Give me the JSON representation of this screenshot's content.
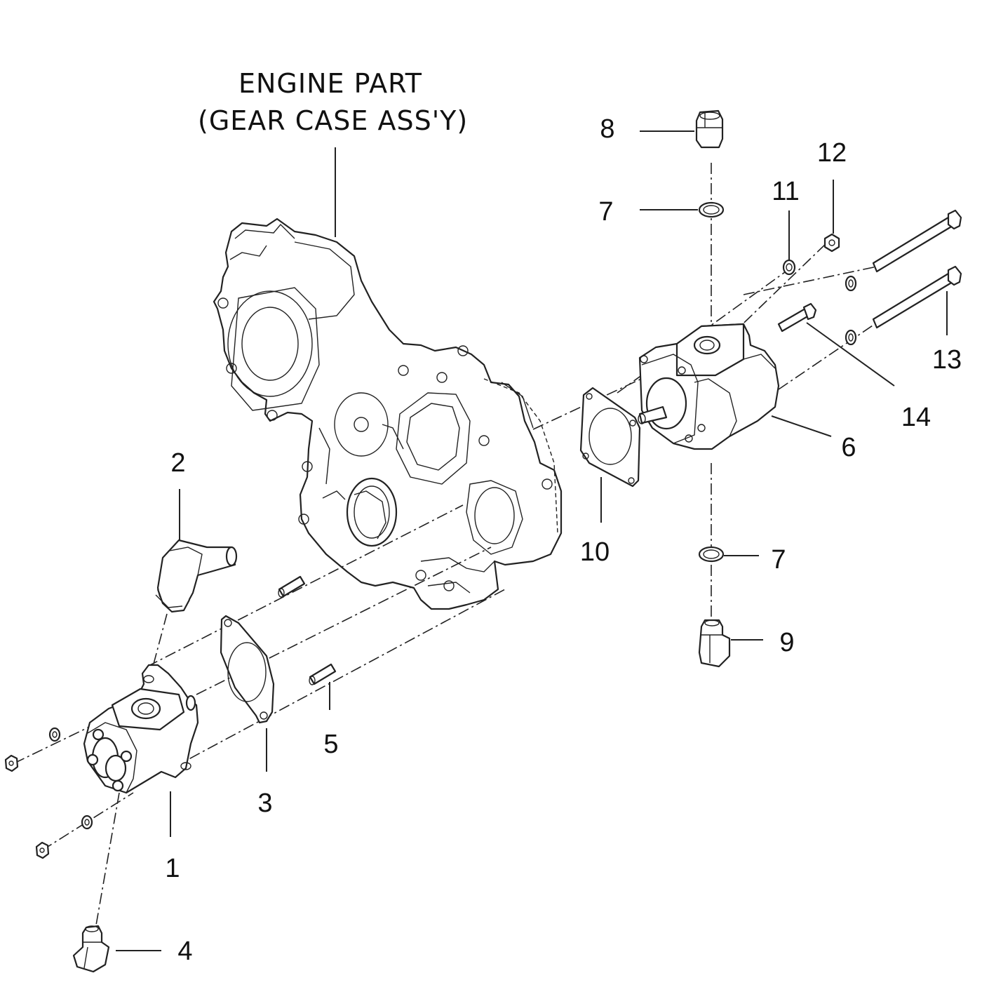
{
  "title": {
    "line1": "ENGINE PART",
    "line2": "(GEAR CASE ASS'Y)"
  },
  "callouts": {
    "c1": "1",
    "c2": "2",
    "c3": "3",
    "c4": "4",
    "c5": "5",
    "c6": "6",
    "c7a": "7",
    "c7b": "7",
    "c8": "8",
    "c9": "9",
    "c10": "10",
    "c11": "11",
    "c12": "12",
    "c13": "13",
    "c14": "14"
  }
}
